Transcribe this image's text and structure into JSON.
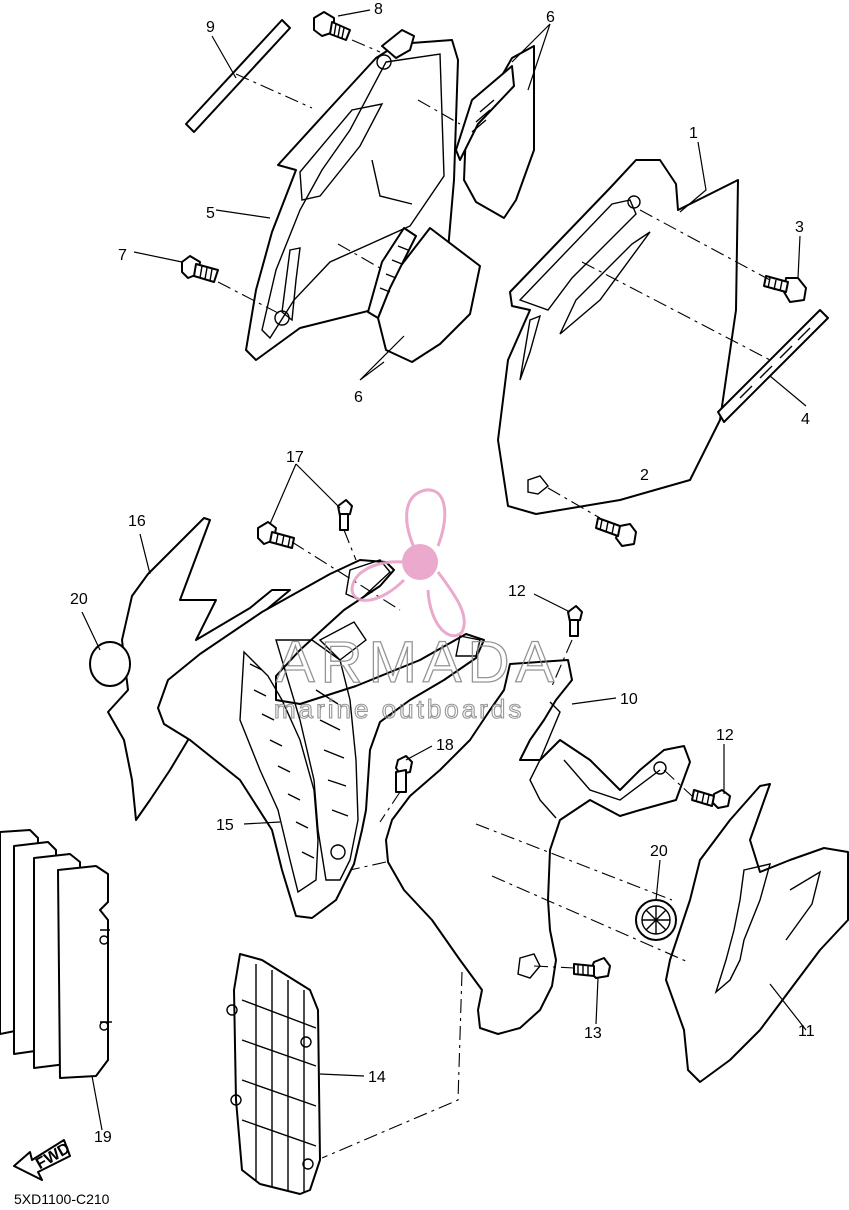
{
  "diagram_code": "5XD1100-C210",
  "fwd_label": "FWD",
  "watermark": {
    "brand": "ARMADA",
    "tagline": "marine outboards",
    "accent": "#e8a0c8"
  },
  "callouts": {
    "c1": "1",
    "c2": "2",
    "c3": "3",
    "c4": "4",
    "c5": "5",
    "c6a": "6",
    "c6b": "6",
    "c7": "7",
    "c8": "8",
    "c9": "9",
    "c10": "10",
    "c11": "11",
    "c12a": "12",
    "c12b": "12",
    "c13": "13",
    "c14": "14",
    "c15": "15",
    "c16": "16",
    "c17": "17",
    "c18": "18",
    "c19": "19",
    "c20a": "20",
    "c20b": "20"
  }
}
